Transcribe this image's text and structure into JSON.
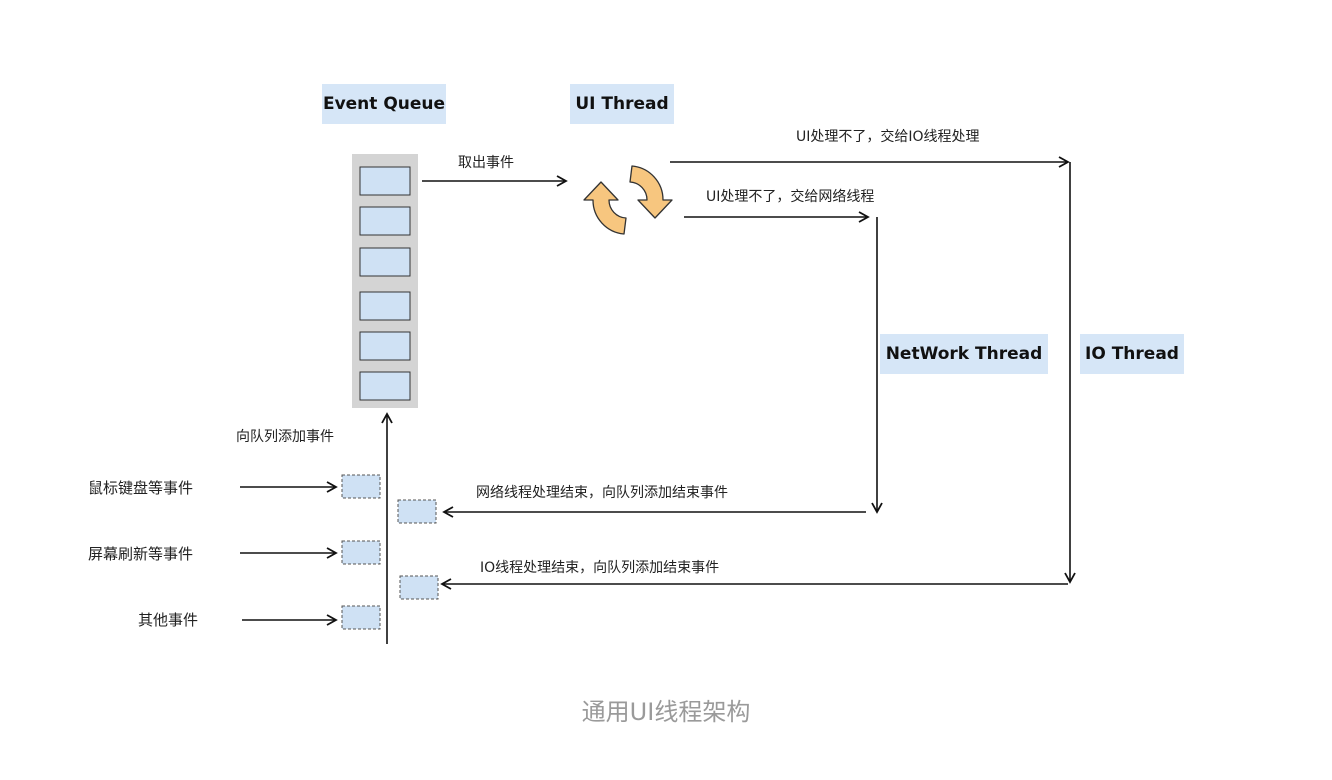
{
  "tags": {
    "event_queue": "Event Queue",
    "ui_thread": "UI Thread",
    "network_thread": "NetWork Thread",
    "io_thread": "IO Thread"
  },
  "labels": {
    "take_event": "取出事件",
    "to_io": "UI处理不了，交给IO线程处理",
    "to_network": "UI处理不了，交给网络线程",
    "add_to_queue": "向队列添加事件",
    "network_done": "网络线程处理结束，向队列添加结束事件",
    "io_done": "IO线程处理结束，向队列添加结束事件"
  },
  "sources": [
    {
      "label": "鼠标键盘等事件"
    },
    {
      "label": "屏幕刷新等事件"
    },
    {
      "label": "其他事件"
    }
  ],
  "caption": "通用UI线程架构",
  "colors": {
    "tag_bg": "#d6e6f7",
    "slot_fill": "#cfe1f4",
    "queue_bg": "#d4d4d4",
    "cycle_fill": "#f7c67f",
    "line": "#111111"
  }
}
